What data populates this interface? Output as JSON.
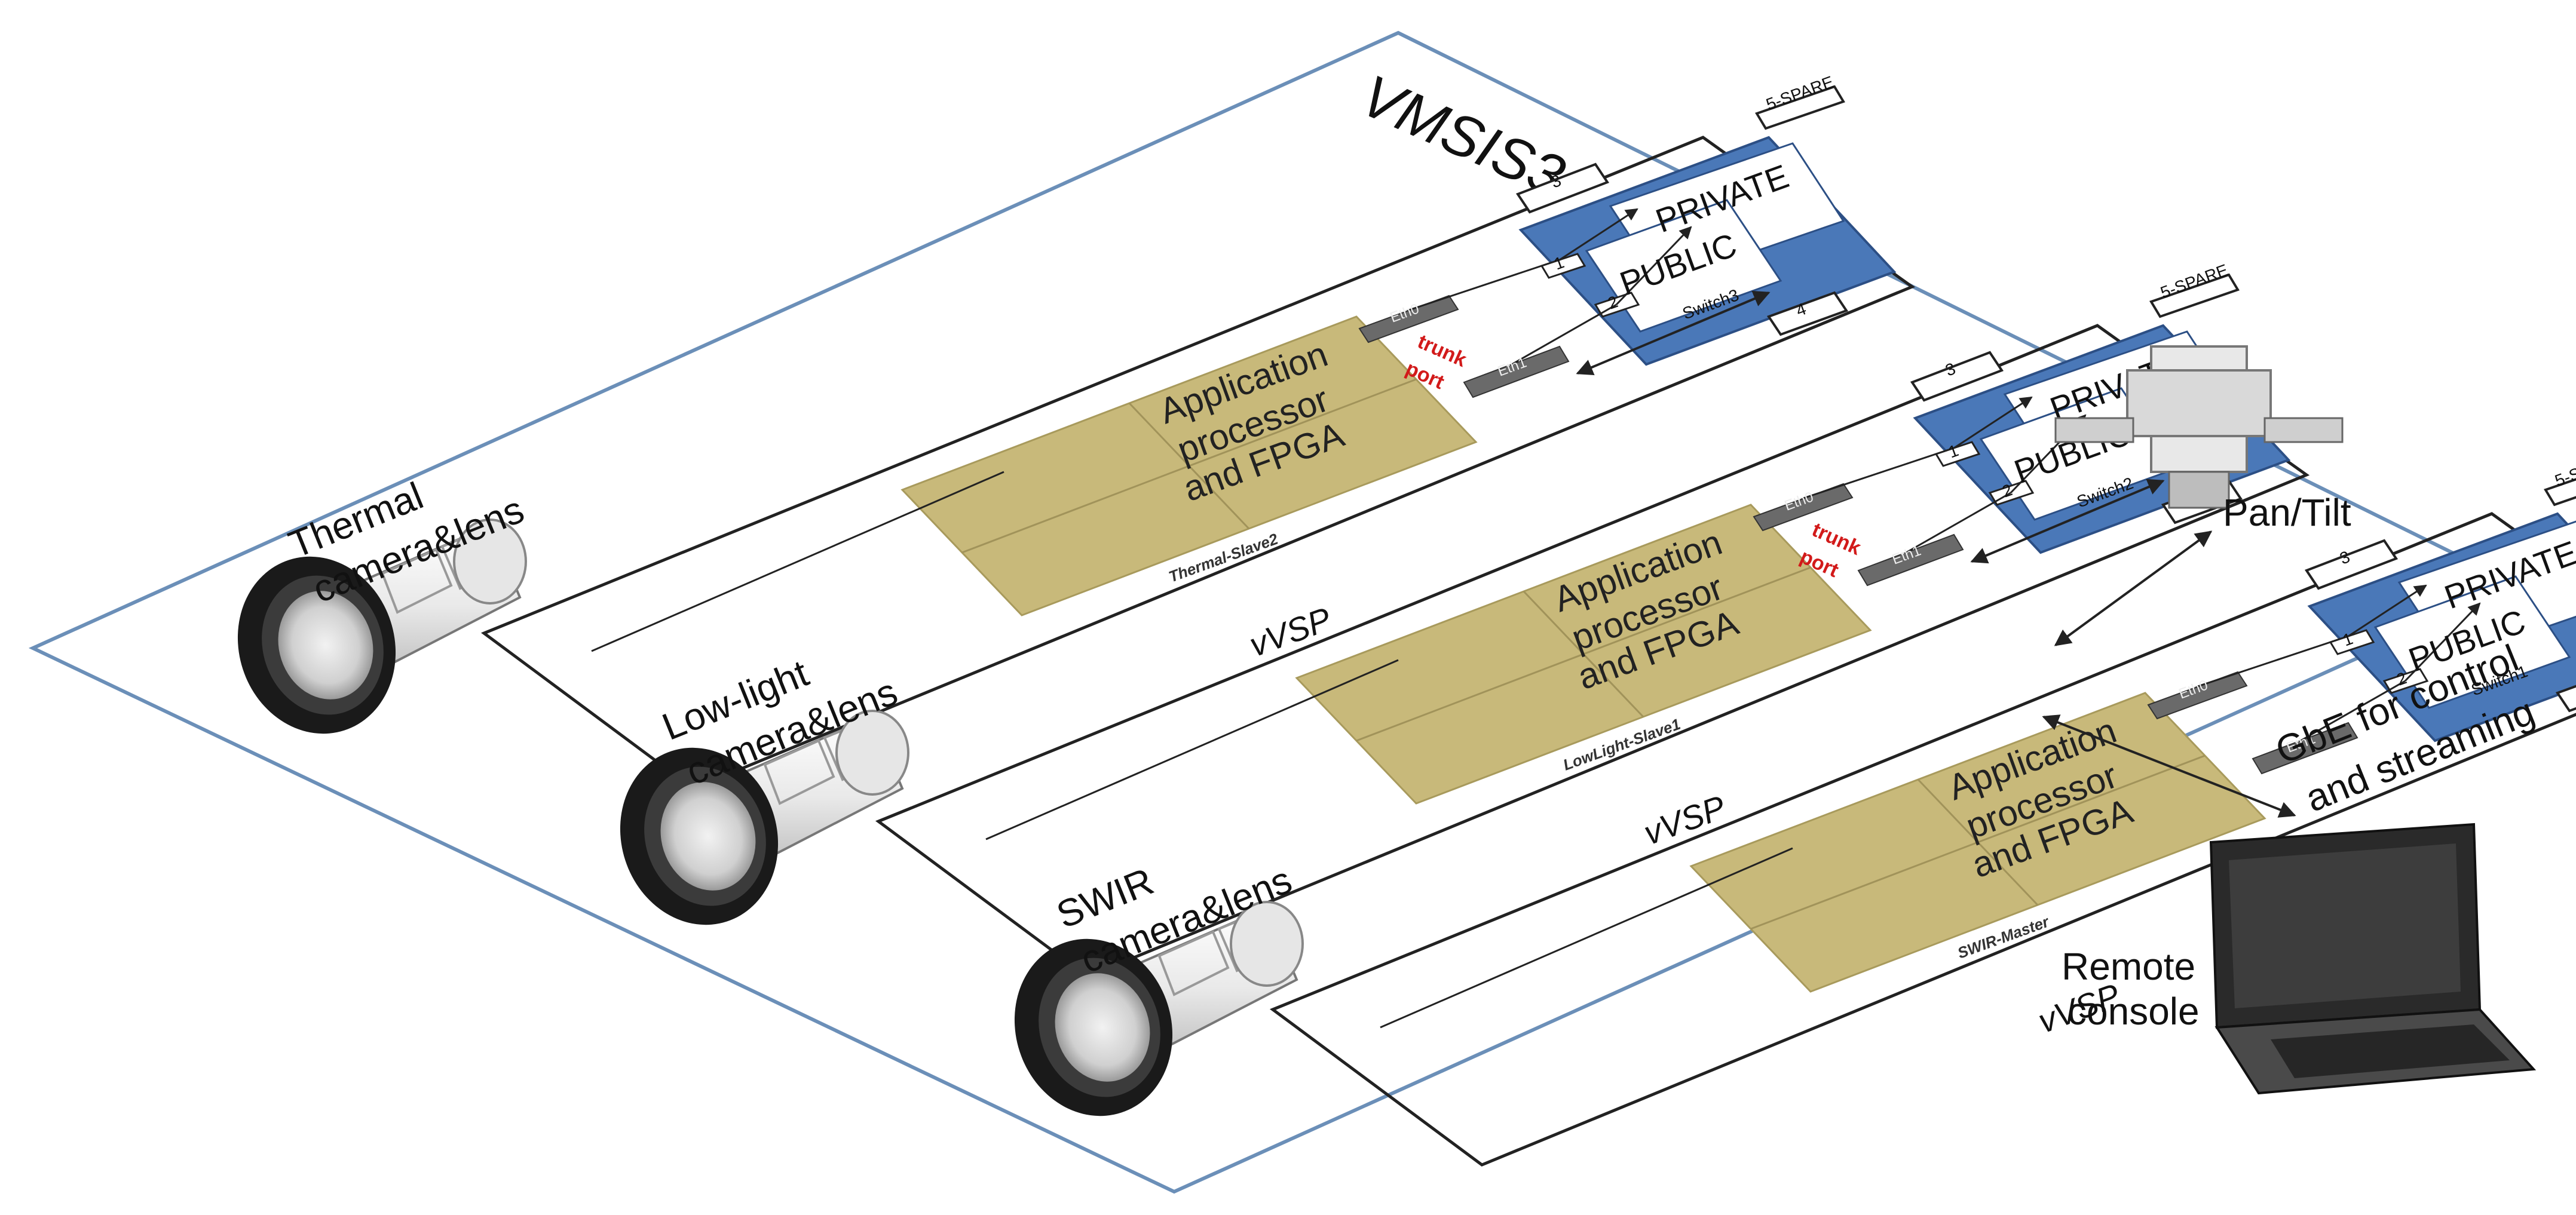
{
  "title": "VMSIS3",
  "trunk_port_line1": "trunk",
  "trunk_port_line2": "port",
  "units": [
    {
      "camera_line1": "Thermal",
      "camera_line2": "camera&lens",
      "board": "Thermal-Slave2",
      "switch": "Switch3"
    },
    {
      "camera_line1": "Low-light",
      "camera_line2": "camera&lens",
      "board": "LowLight-Slave1",
      "switch": "Switch2"
    },
    {
      "camera_line1": "SWIR",
      "camera_line2": "camera&lens",
      "board": "SWIR-Master",
      "switch": "Switch1"
    }
  ],
  "common": {
    "vvsp": "vVSP",
    "processor_line1": "Application",
    "processor_line2": "processor",
    "processor_line3": "and FPGA",
    "eth0": "Eth0",
    "eth1": "Eth1",
    "private": "PRIVATE",
    "public": "PUBLIC",
    "spare": "5-SPARE",
    "port1": "1",
    "port2": "2",
    "port3": "3",
    "port4": "4"
  },
  "pan_tilt": "Pan/Tilt",
  "gbe_line1": "GbE for control",
  "gbe_line2": "and streaming",
  "console_line1": "Remote",
  "console_line2": "console",
  "colors": {
    "platform": "#6b8fb8",
    "switch_fill": "#4a78b8",
    "board_fill": "#c8b97a",
    "eth_fill": "#6a6a6a",
    "trunk_text": "#d21a1a"
  }
}
